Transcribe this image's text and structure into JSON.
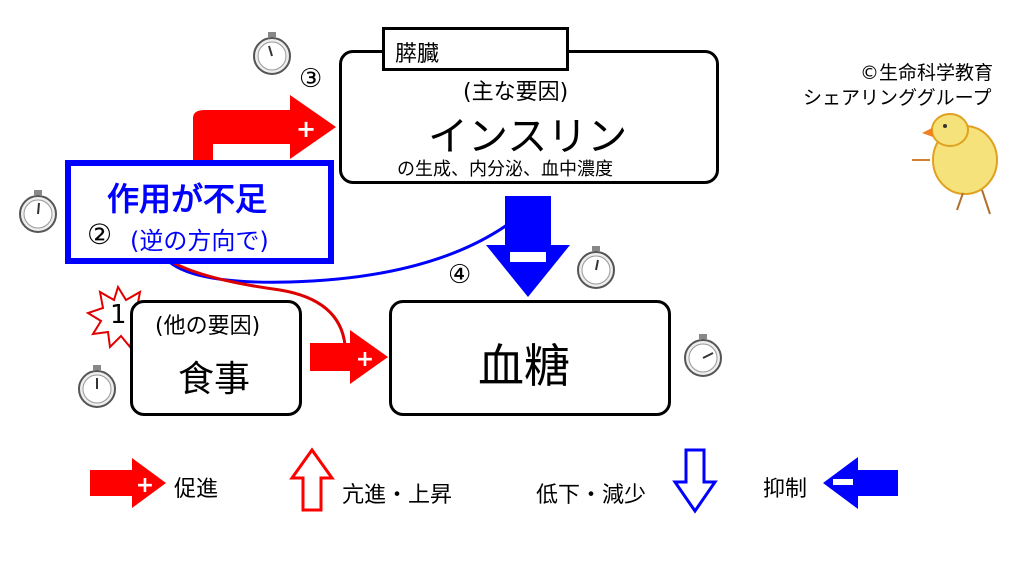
{
  "copyright": {
    "line1": "©生命科学教育",
    "line2": "シェアリンググループ"
  },
  "pancreas_label": "膵臓",
  "insulin_box": {
    "sub_label": "(主な要因)",
    "title": "インスリン",
    "note": "の生成、内分泌、血中濃度",
    "step": "③"
  },
  "action_box": {
    "title": "作用が不足",
    "step": "②",
    "note": "(逆の方向で)"
  },
  "meal_box": {
    "sub_label": "(他の要因)",
    "title": "食事",
    "step": "1"
  },
  "glucose_box": {
    "title": "血糖",
    "step": "④"
  },
  "signs": {
    "plus": "+",
    "minus": "−"
  },
  "legend": {
    "promote": "促進",
    "increase": "亢進・上昇",
    "decrease": "低下・減少",
    "suppress": "抑制"
  },
  "colors": {
    "red": "#ff0000",
    "blue": "#0000ff",
    "dark_red": "#c00000",
    "navy": "#0000cc"
  },
  "icons": [
    "stopwatch-icon",
    "chick-illustration",
    "starburst-icon"
  ]
}
